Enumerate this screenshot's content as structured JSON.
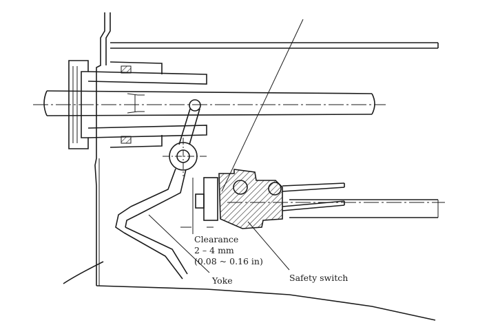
{
  "labels": {
    "clearance_title": "Clearance",
    "clearance_mm": "2 – 4 mm",
    "clearance_in": "(0.08 ~ 0.16 in)",
    "yoke": "Yoke",
    "safety_switch": "Safety switch"
  }
}
